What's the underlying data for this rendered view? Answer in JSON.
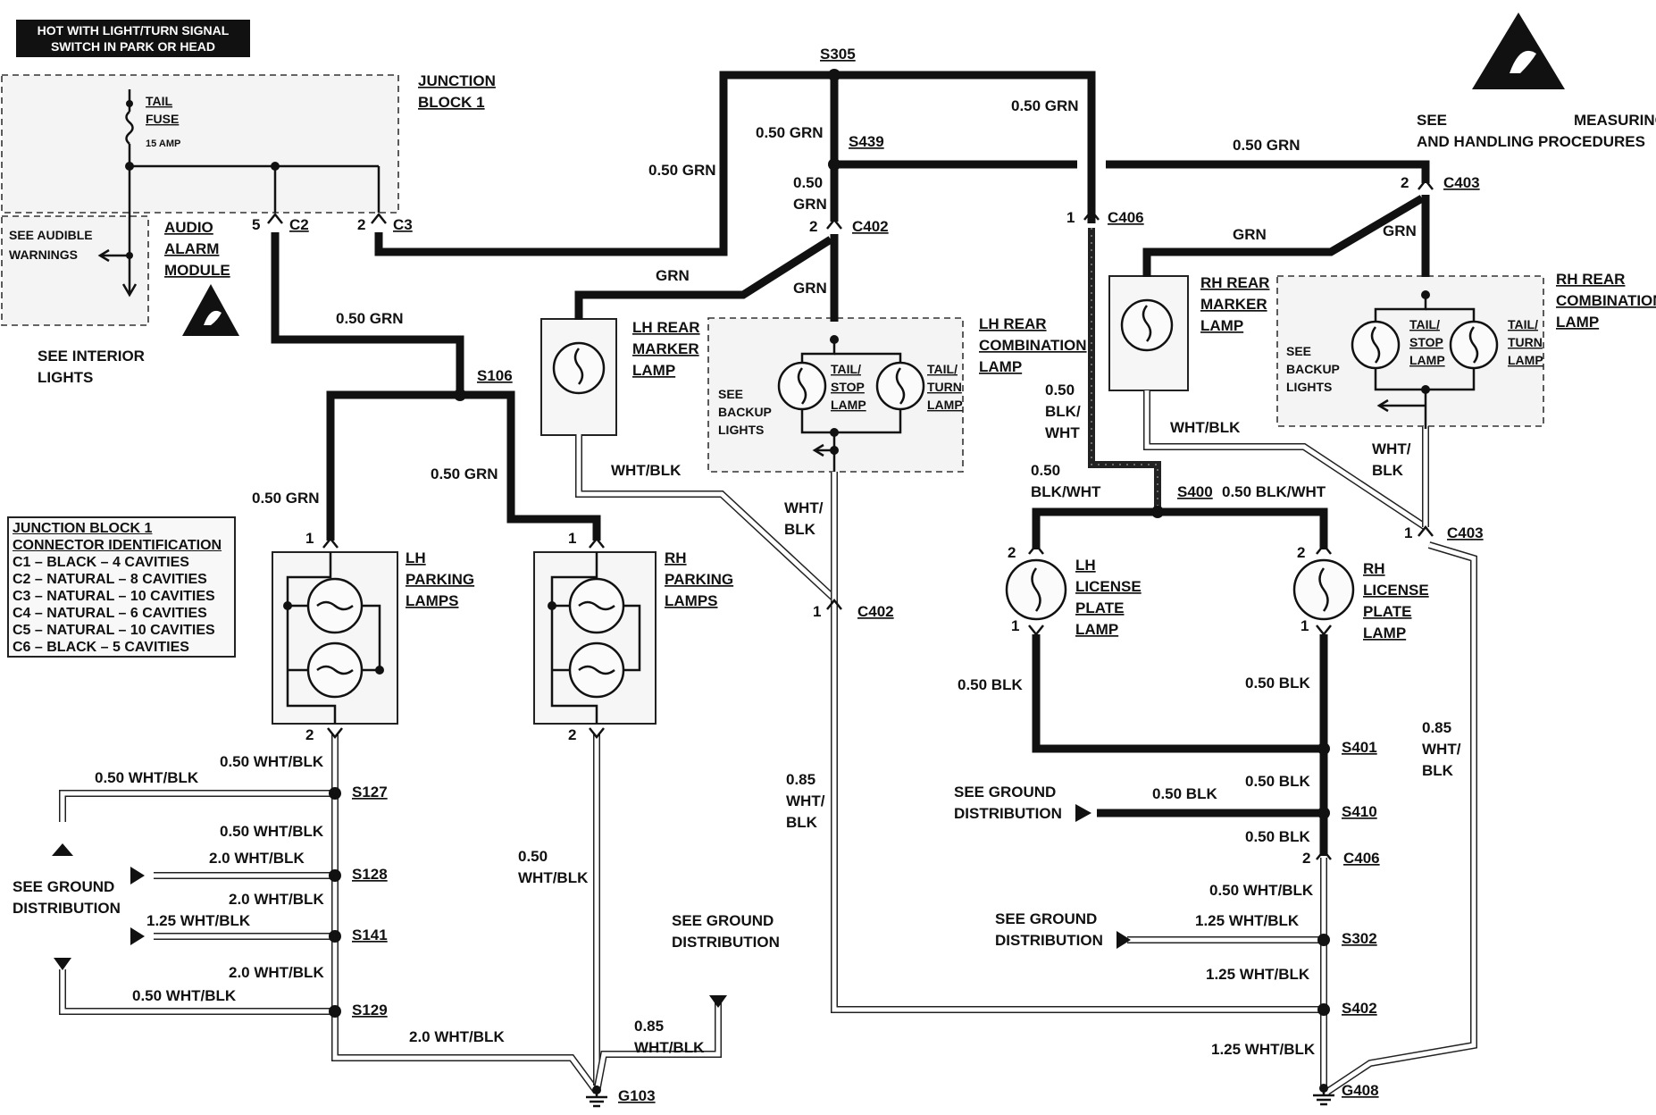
{
  "header": {
    "hot_line1": "HOT WITH LIGHT/TURN SIGNAL",
    "hot_line2": "SWITCH IN PARK OR HEAD"
  },
  "esd_note": {
    "line1": "SEE",
    "line1b": "MEASURING",
    "line2": "AND HANDLING PROCEDURES"
  },
  "junction_block": {
    "title1": "JUNCTION",
    "title2": "BLOCK 1",
    "fuse1": "TAIL",
    "fuse2": "FUSE",
    "fuse_rating": "15 AMP",
    "c2_pin": "5",
    "c2": "C2",
    "c3_pin": "2",
    "c3": "C3"
  },
  "audible": {
    "line1": "SEE AUDIBLE",
    "line2": "WARNINGS",
    "module1": "AUDIO",
    "module2": "ALARM",
    "module3": "MODULE",
    "interior1": "SEE INTERIOR",
    "interior2": "LIGHTS"
  },
  "jb_table": {
    "rows": [
      "JUNCTION BLOCK 1",
      "CONNECTOR IDENTIFICATION",
      "C1 – BLACK – 4 CAVITIES",
      "C2 – NATURAL – 8 CAVITIES",
      "C3 – NATURAL – 10 CAVITIES",
      "C4 – NATURAL – 6 CAVITIES",
      "C5 – NATURAL – 10 CAVITIES",
      "C6 – BLACK – 5 CAVITIES"
    ]
  },
  "splices": {
    "s305": "S305",
    "s439": "S439",
    "s106": "S106",
    "s400": "S400",
    "s401": "S401",
    "s410": "S410",
    "s302": "S302",
    "s402": "S402",
    "s127": "S127",
    "s128": "S128",
    "s141": "S141",
    "s129": "S129"
  },
  "connectors": {
    "c402": "C402",
    "c406": "C406",
    "c403": "C403",
    "pin1": "1",
    "pin2": "2"
  },
  "grounds": {
    "g103": "G103",
    "g408": "G408"
  },
  "wires": {
    "grn050": "0.50 GRN",
    "grn": "GRN",
    "grn050_a": "0.50",
    "grn050_b": "GRN",
    "whtblk": "WHT/BLK",
    "whtblk_a": "WHT/",
    "whtblk_b": "BLK",
    "blk050": "0.50 BLK",
    "blkwht050": "0.50 BLK/WHT",
    "blkwht_a": "0.50",
    "blkwht_b": "BLK/",
    "blkwht_c": "WHT",
    "blkwht_d": "BLK/WHT",
    "wb050": "0.50 WHT/BLK",
    "wb20": "2.0 WHT/BLK",
    "wb125": "1.25 WHT/BLK",
    "wb085_a": "0.85",
    "wb050_a": "0.50",
    "wb085_two": "0.85",
    "wb085_two_b": "WHT/BLK"
  },
  "lamps": {
    "lh_marker": [
      "LH REAR",
      "MARKER",
      "LAMP"
    ],
    "rh_marker": [
      "RH REAR",
      "MARKER",
      "LAMP"
    ],
    "lh_comb": [
      "LH REAR",
      "COMBINATION",
      "LAMP"
    ],
    "rh_comb": [
      "RH REAR",
      "COMBINATION",
      "LAMP"
    ],
    "tail_stop": [
      "TAIL/",
      "STOP",
      "LAMP"
    ],
    "tail_turn": [
      "TAIL/",
      "TURN",
      "LAMP"
    ],
    "backup": [
      "SEE",
      "BACKUP",
      "LIGHTS"
    ],
    "lh_park": [
      "LH",
      "PARKING",
      "LAMPS"
    ],
    "rh_park": [
      "RH",
      "PARKING",
      "LAMPS"
    ],
    "lh_plate": [
      "LH",
      "LICENSE",
      "PLATE",
      "LAMP"
    ],
    "rh_plate": [
      "RH",
      "LICENSE",
      "PLATE",
      "LAMP"
    ]
  },
  "ground_dist": {
    "line1": "SEE GROUND",
    "line2": "DISTRIBUTION"
  }
}
